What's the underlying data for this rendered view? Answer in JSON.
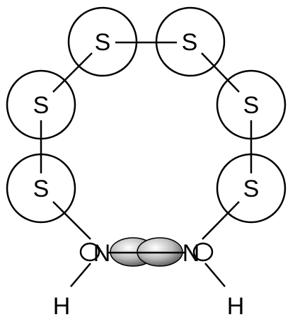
{
  "diagram": {
    "atoms": [
      {
        "id": "s1",
        "label": "S"
      },
      {
        "id": "s2",
        "label": "S"
      },
      {
        "id": "s3",
        "label": "S"
      },
      {
        "id": "s4",
        "label": "S"
      },
      {
        "id": "s5",
        "label": "S"
      },
      {
        "id": "s6",
        "label": "S"
      },
      {
        "id": "n1",
        "label": "N"
      },
      {
        "id": "n2",
        "label": "N"
      },
      {
        "id": "h1",
        "label": "H"
      },
      {
        "id": "h2",
        "label": "H"
      }
    ],
    "colors": {
      "line": "#000000",
      "background": "#ffffff",
      "orbital_light": "#ffffff",
      "orbital_mid": "#bdbdbd",
      "orbital_dark": "#555555"
    }
  }
}
